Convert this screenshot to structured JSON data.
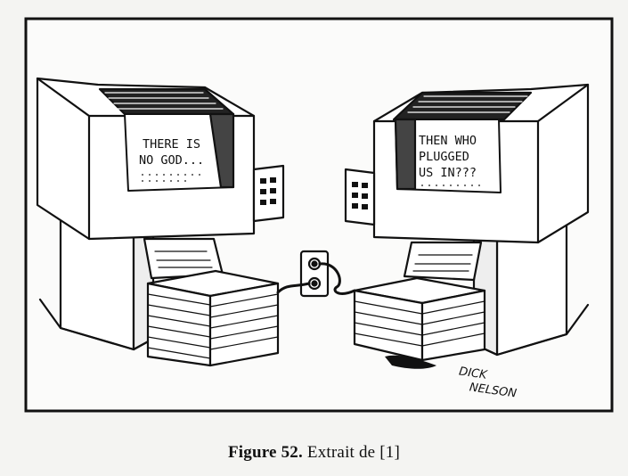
{
  "cartoon": {
    "left_printout": [
      "THERE IS",
      "NO GOD..."
    ],
    "right_printout": [
      "THEN WHO",
      "PLUGGED",
      "US IN???"
    ],
    "signature": [
      "DICK",
      "NELSON"
    ]
  },
  "caption": {
    "figure": "Figure 52.",
    "text": "Extrait de [1]"
  }
}
